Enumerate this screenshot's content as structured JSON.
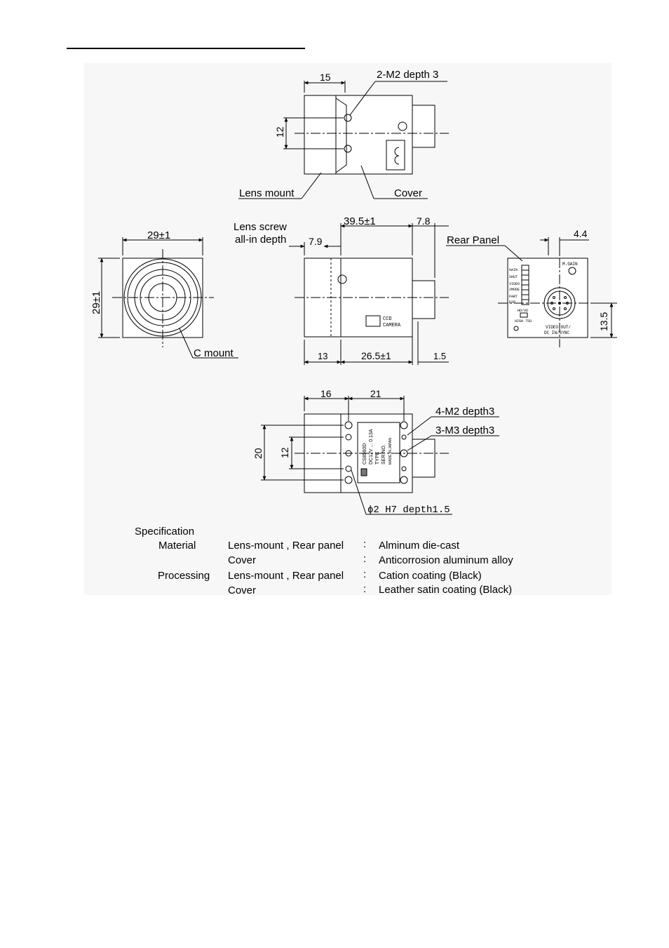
{
  "top_view": {
    "dim_width": "15",
    "dim_spacing": "12",
    "callout_screws": "2-M2 depth 3",
    "label_lens_mount": "Lens mount",
    "label_cover": "Cover"
  },
  "front_view": {
    "dim_width": "29±1",
    "dim_height": "29±1",
    "label_c_mount": "C mount"
  },
  "side_view": {
    "label_lens_screw_line1": "Lens screw",
    "label_lens_screw_line2": "all-in depth",
    "dim_total": "39.5±1",
    "dim_rear": "7.8",
    "dim_lens_depth": "7.9",
    "dim_front": "13",
    "dim_body": "26.5±1",
    "dim_back": "1.5",
    "body_mark_line1": "CCD",
    "body_mark_line2": "CAMERA"
  },
  "rear_panel": {
    "title": "Rear Panel",
    "dim_offset": "4.4",
    "dim_height": "13.5",
    "switch_labels": [
      "GAIN",
      "SHUT",
      "VIDEO",
      "2MODE",
      "PART",
      "EXP"
    ],
    "label_m_gain": "M.GAIN",
    "label_hd_vd": "HD/VD",
    "label_high": "HIGH 75Ω",
    "label_video_line1": "VIDEO OUT/",
    "label_video_line2": "DC IN/SYNC"
  },
  "bottom_view": {
    "dim_left": "16",
    "dim_right": "21",
    "dim_height": "20",
    "dim_spacing": "12",
    "callout_m2": "4-M2 depth3",
    "callout_m3": "3-M3 depth3",
    "callout_hole": "ϕ2 H7 depth1.5",
    "plate_lines": [
      "CS8560D",
      "DC12V ... 0.13A",
      "TYPE",
      "SER NO.",
      "MADE IN JAPAN"
    ]
  },
  "specification": {
    "title": "Specification",
    "rows": [
      {
        "group": "Material",
        "part": "Lens-mount , Rear panel",
        "sep": ":",
        "value": "Alminum die-cast"
      },
      {
        "group": "",
        "part": "Cover",
        "sep": ":",
        "value": "Anticorrosion aluminum alloy"
      },
      {
        "group": "Processing",
        "part": "Lens-mount , Rear panel",
        "sep": ":",
        "value": "Cation coating (Black)"
      },
      {
        "group": "",
        "part": "Cover",
        "sep": ":",
        "value": "Leather satin coating (Black)"
      }
    ]
  }
}
